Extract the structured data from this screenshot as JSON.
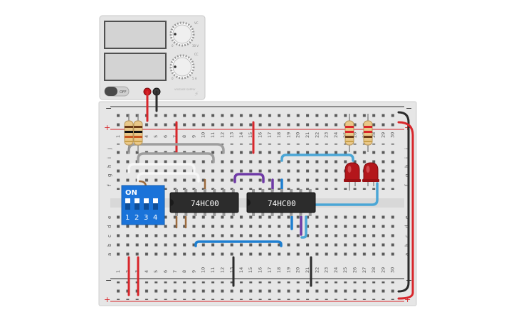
{
  "power_supply": {
    "voltage_display": "",
    "current_display": "",
    "voltage_knob_label": "VC",
    "voltage_max": "30 V",
    "voltage_min": "0",
    "current_knob_label": "CC",
    "current_max": "5 A",
    "current_min": "0",
    "switch_label": "OFF",
    "brand": "VOLTAGE SUPPLY"
  },
  "breadboard": {
    "rail_minus": "−",
    "rail_plus": "+",
    "rows_top": [
      "j",
      "i",
      "h",
      "g",
      "f"
    ],
    "rows_bottom": [
      "e",
      "d",
      "c",
      "b",
      "a"
    ],
    "columns": [
      "1",
      "2",
      "3",
      "4",
      "5",
      "6",
      "7",
      "8",
      "9",
      "10",
      "11",
      "12",
      "13",
      "14",
      "15",
      "16",
      "17",
      "18",
      "19",
      "20",
      "21",
      "22",
      "23",
      "24",
      "25",
      "26",
      "27",
      "28",
      "29",
      "30"
    ]
  },
  "dip_switch": {
    "on_label": "ON",
    "numbers": [
      "1",
      "2",
      "3",
      "4"
    ],
    "color": "#1a73d9"
  },
  "chips": [
    {
      "label": "74HC00"
    },
    {
      "label": "74HC00"
    }
  ],
  "colors": {
    "red_wire": "#d8262b",
    "black_wire": "#2b2b2b",
    "white_wire": "#f4f4f4",
    "gray_wire": "#9e9e9e",
    "blue_wire": "#4aa6d6",
    "dark_blue_wire": "#1e7fd0",
    "purple_wire": "#6f3aa6",
    "led_red": "#b4161b",
    "breadboard_bg": "#e6e6e6"
  },
  "icons": [
    "lightning-icon"
  ]
}
